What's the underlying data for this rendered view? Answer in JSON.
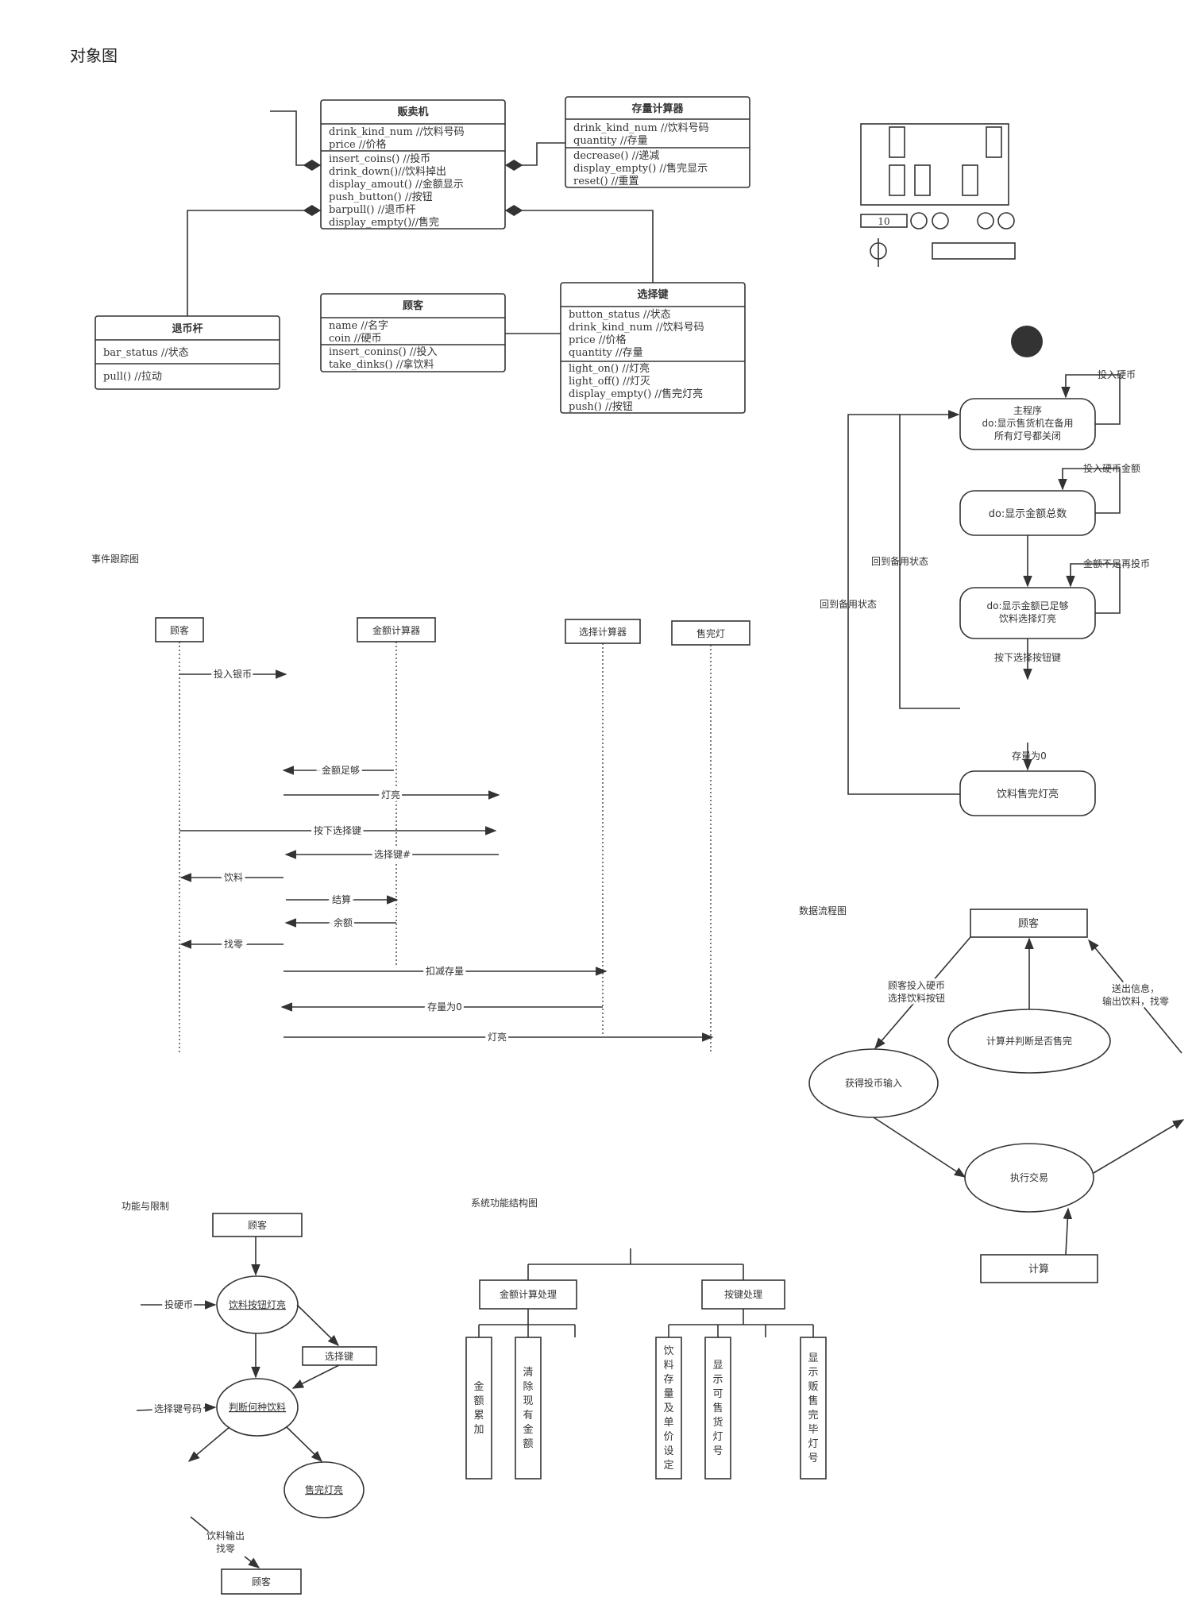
{
  "page_title": "对象图",
  "object_diagram": {
    "vending": {
      "name": "贩卖机",
      "attrs": [
        "drink_kind_num //饮料号码",
        "price //价格"
      ],
      "methods": [
        "insert_coins() //投币",
        "drink_down()//饮料掉出",
        "display_amout() //金额显示",
        "push_button() //按钮",
        "barpull() //退币杆",
        "display_empty()//售完"
      ]
    },
    "stock": {
      "name": "存量计算器",
      "attrs": [
        "drink_kind_num //饮料号码",
        "quantity //存量"
      ],
      "methods": [
        "decrease() //递减",
        "display_empty() //售完显示",
        "reset() //重置"
      ]
    },
    "lever": {
      "name": "退币杆",
      "attrs": [
        "bar_status //状态"
      ],
      "methods": [
        "pull() //拉动"
      ]
    },
    "customer": {
      "name": "顾客",
      "attrs": [
        "name //名字",
        "coin //硬币"
      ],
      "methods": [
        "insert_conins() //投入",
        "take_dinks() //拿饮料"
      ]
    },
    "select_key": {
      "name": "选择键",
      "attrs": [
        "button_status //状态",
        "drink_kind_num //饮料号码",
        "price //价格",
        "quantity //存量"
      ],
      "methods": [
        "light_on() //灯亮",
        "light_off() //灯灭",
        "display_empty() //售完灯亮",
        "push() //按钮"
      ]
    }
  },
  "machine_sketch": {
    "display_value": "10"
  },
  "state_diagram": {
    "s1": [
      "主程序",
      "do:显示售货机在备用",
      "所有灯号都关闭"
    ],
    "s2": "do:显示金额总数",
    "s3": [
      "do:显示金额已足够",
      "饮料选择灯亮"
    ],
    "s4": "饮料售完灯亮",
    "ev_insert": "投入硬币",
    "ev_amount": "投入硬币金额",
    "ev_insufficient": "金额不足再投币",
    "ev_press": "按下选择按钮键",
    "ev_empty": "存量为0",
    "ev_back1": "回到备用状态",
    "ev_back2": "回到备用状态"
  },
  "sequence": {
    "title": "事件跟踪图",
    "actors": [
      "顾客",
      "金额计算器",
      "选择计算器",
      "售完灯"
    ],
    "messages": [
      "投入银币",
      "金额足够",
      "灯亮",
      "按下选择键",
      "选择键#",
      "饮料",
      "结算",
      "余额",
      "找零",
      "扣减存量",
      "存量为0",
      "灯亮"
    ]
  },
  "dataflow": {
    "title": "数据流程图",
    "customer": "顾客",
    "get_coin": "获得投币输入",
    "calc_judge": "计算并判断是否售完",
    "execute": "执行交易",
    "calc": "计算",
    "lbl_insert": [
      "顾客投入硬币",
      "选择饮料按钮"
    ],
    "lbl_output": [
      "送出信息，",
      "输出饮料，找零"
    ]
  },
  "function_diagram": {
    "title": "功能与限制",
    "customer_top": "顾客",
    "light": "饮料按钮灯亮",
    "select_key": "选择键",
    "judge": "判断何种饮料",
    "sold_out": "售完灯亮",
    "customer_bottom": "顾客",
    "lbl_coin": "投硬币",
    "lbl_code": "选择键号码",
    "lbl_out": [
      "饮料输出",
      "找零"
    ]
  },
  "structure": {
    "title": "系统功能结构图",
    "amount_proc": "金额计算处理",
    "key_proc": "按键处理",
    "leaves": [
      "金额累加",
      "清除现有金额",
      "饮料存量及单价设定",
      "显示可售货灯号",
      "显示贩售完毕灯号"
    ]
  }
}
